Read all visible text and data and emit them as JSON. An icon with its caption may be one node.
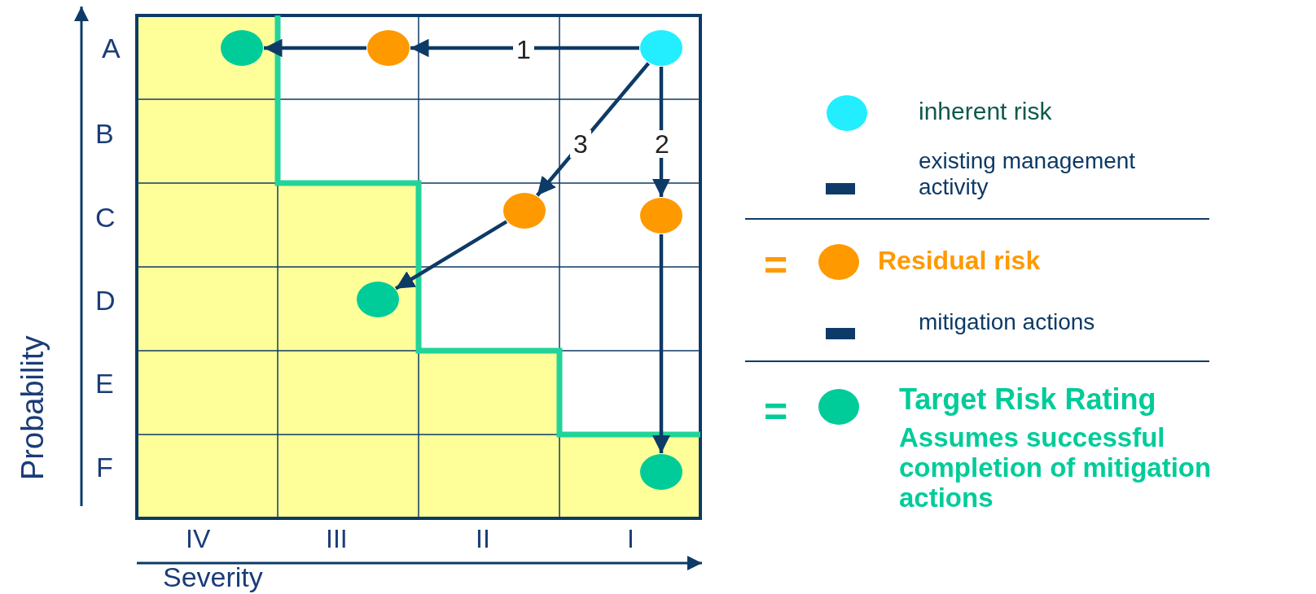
{
  "diagram": {
    "nodes": [
      {
        "text": [],
        "shape": "circle"
      },
      {
        "text": [],
        "shape": "circle"
      },
      {
        "text": [],
        "shape": "circle"
      },
      {
        "text": [],
        "shape": "circle"
      },
      {
        "text": [],
        "shape": "circle"
      },
      {
        "text": [],
        "shape": "circle"
      },
      {
        "text": [],
        "shape": "circle"
      }
    ],
    "edges": [
      {
        "from": 0,
        "to": 1,
        "arrow": "to",
        "label": "1"
      },
      {
        "from": 1,
        "to": 2,
        "arrow": "to"
      },
      {
        "from": 0,
        "to": 3,
        "arrow": "to",
        "label": "3"
      },
      {
        "from": 3,
        "to": 4,
        "arrow": "to"
      },
      {
        "from": 0,
        "to": 5,
        "arrow": "to",
        "label": "2"
      },
      {
        "from": 5,
        "to": 6,
        "arrow": "to"
      }
    ],
    "labels": [
      "A",
      "B",
      "C",
      "D",
      "E",
      "F",
      "Probability",
      "IV",
      "III",
      "II",
      "I",
      "Severity",
      "=",
      "=",
      "Assumes successful completion of mitigation actions"
    ],
    "legend": [
      {
        "text": "inherent risk",
        "color": "#22eeff"
      },
      {
        "text": "existing management activity",
        "color": "#0d3a66"
      },
      {
        "text": "Residual risk",
        "color": "#ff9900"
      },
      {
        "text": "mitigation actions",
        "color": "#0d3a66"
      },
      {
        "text": "Target Risk Rating",
        "color": "#00cc99"
      }
    ]
  }
}
